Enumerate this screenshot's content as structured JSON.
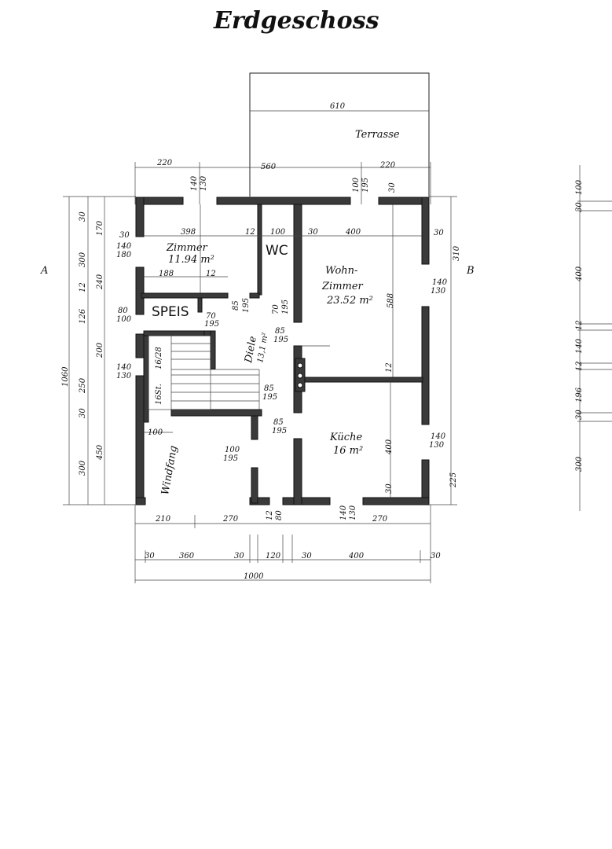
{
  "title": "Erdgeschoss",
  "section_markers": {
    "left": "A",
    "right": "B"
  },
  "rooms": {
    "terrace": "Terrasse",
    "zimmer_name": "Zimmer",
    "zimmer_area": "11.94 m²",
    "wc": "WC",
    "wohn_name_1": "Wohn-",
    "wohn_name_2": "Zimmer",
    "wohn_area": "23.52 m²",
    "speis": "SPEIS",
    "diele": "Diele",
    "diele_area": "13,1 m²",
    "stair_steps": "16St.",
    "stair_ratio": "16/28",
    "kueche": "Küche",
    "kueche_area": "16 m²",
    "windfang": "Windfang"
  },
  "dimensions": {
    "terrace_width": "610",
    "top_left": "220",
    "top_mid": "560",
    "top_right": "220",
    "top_w1a": "140",
    "top_w1b": "130",
    "top_w2a": "100",
    "top_w2b": "195",
    "top_w2c": "30",
    "zimmer_30": "30",
    "zimmer_398": "398",
    "zimmer_12": "12",
    "wc_100": "100",
    "wohn_30a": "30",
    "wohn_400": "400",
    "wohn_30b": "30",
    "win_140": "140",
    "win_180": "180",
    "speis_188": "188",
    "speis_12": "12",
    "speis_80": "80",
    "speis_100": "100",
    "door_85": "85",
    "door_195": "195",
    "door_70": "70",
    "door_195b": "195",
    "door2_70": "70",
    "door2_195": "195",
    "diele_85": "85",
    "diele_195": "195",
    "wohn_588": "588",
    "wohn_12": "12",
    "wohn_140": "140",
    "wohn_130": "130",
    "mid_140": "140",
    "mid_130": "130",
    "stair_85": "85",
    "stair_195": "195",
    "wind_100": "100",
    "wind_100b": "100",
    "wind_195": "195",
    "kue_85": "85",
    "kue_195": "195",
    "kue_400": "400",
    "kue_140": "140",
    "kue_130": "130",
    "kue_30": "30",
    "left_30": "30",
    "left_170": "170",
    "left_300": "300",
    "left_12": "12",
    "left_240": "240",
    "left_126": "126",
    "left_200": "200",
    "left_250": "250",
    "left_30b": "30",
    "left_450": "450",
    "left_300b": "300",
    "left_1060": "1060",
    "right_310": "310",
    "right_225": "225",
    "bot_210": "210",
    "bot_270": "270",
    "bot_12": "12",
    "bot_80": "80",
    "bot_140": "140",
    "bot_130": "130",
    "bot_270b": "270",
    "bot_30a": "30",
    "bot_360": "360",
    "bot_30b": "30",
    "bot_120": "120",
    "bot_30c": "30",
    "bot_400": "400",
    "bot_30d": "30",
    "bot_1000": "1000",
    "far_100": "100",
    "far_30": "30",
    "far_400": "400",
    "far_12": "12",
    "far_140": "140",
    "far_12b": "12",
    "far_196": "196",
    "far_30b": "30",
    "far_300": "300"
  }
}
